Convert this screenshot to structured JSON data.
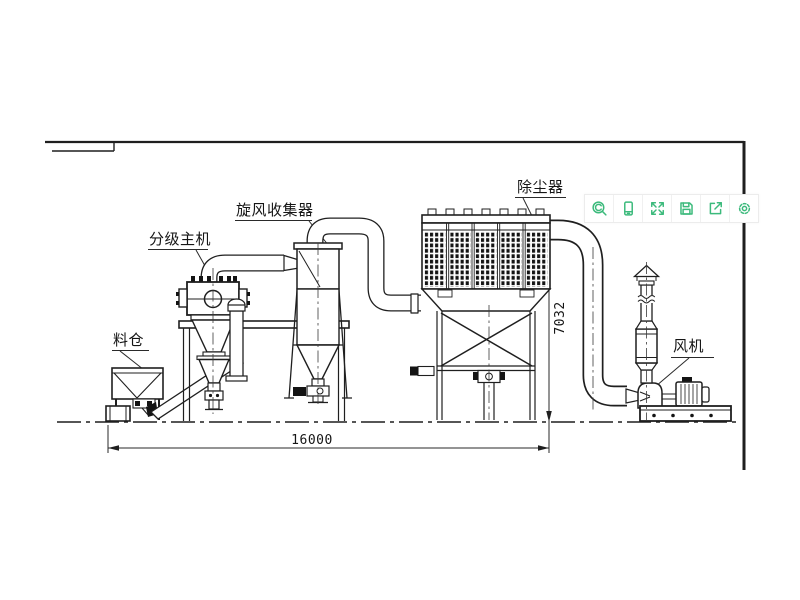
{
  "canvas": {
    "background": "#ffffff",
    "line_color": "#1f1f1f"
  },
  "labels": {
    "feed_hopper": "料仓",
    "classifier": "分级主机",
    "cyclone": "旋风收集器",
    "dust_collector": "除尘器",
    "fan": "风机"
  },
  "dimensions": {
    "total_length": "16000",
    "total_height": "7032"
  },
  "toolbar": {
    "icon_color": "#3cba7c",
    "items": [
      {
        "name": "zoom"
      },
      {
        "name": "mobile-preview"
      },
      {
        "name": "fullscreen"
      },
      {
        "name": "save"
      },
      {
        "name": "share"
      },
      {
        "name": "settings"
      }
    ]
  }
}
